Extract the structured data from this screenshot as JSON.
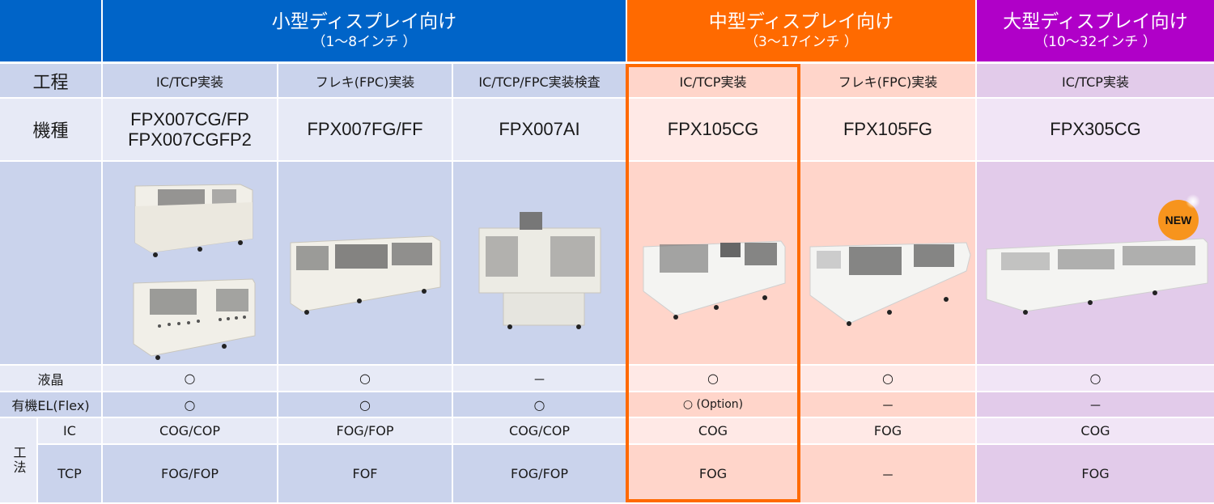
{
  "header": {
    "groups": [
      {
        "title": "小型ディスプレイ向け",
        "subtitle": "（1～8インチ ）",
        "color": "#0064c8"
      },
      {
        "title": "中型ディスプレイ向け",
        "subtitle": "（3～17インチ ）",
        "color": "#ff6a00"
      },
      {
        "title": "大型ディスプレイ向け",
        "subtitle": "（10～32インチ ）",
        "color": "#b000c8"
      }
    ]
  },
  "row_labels": {
    "process": "工程",
    "model": "機種",
    "lcd": "液晶",
    "oled": "有機EL(Flex)",
    "method": "工法",
    "ic": "IC",
    "tcp": "TCP"
  },
  "columns": [
    {
      "process": "IC/TCP実装",
      "model": "FPX007CG/FP\nFPX007CGFP2",
      "model_line1": "FPX007CG/FP",
      "model_line2": "FPX007CGFP2",
      "lcd": "○",
      "oled": "○",
      "ic": "COG/COP",
      "tcp": "FOG/FOP",
      "image": "machine-photo-two-units"
    },
    {
      "process": "フレキ(FPC)実装",
      "model": "FPX007FG/FF",
      "lcd": "○",
      "oled": "○",
      "ic": "FOG/FOP",
      "tcp": "FOF",
      "image": "machine-photo"
    },
    {
      "process": "IC/TCP/FPC実装検査",
      "model": "FPX007AI",
      "lcd": "－",
      "oled": "○",
      "ic": "COG/COP",
      "tcp": "FOG/FOP",
      "image": "machine-photo"
    },
    {
      "process": "IC/TCP実装",
      "model": "FPX105CG",
      "lcd": "○",
      "oled": "○ (Option)",
      "ic": "COG",
      "tcp": "FOG",
      "image": "machine-photo",
      "highlighted": true
    },
    {
      "process": "フレキ(FPC)実装",
      "model": "FPX105FG",
      "lcd": "○",
      "oled": "－",
      "ic": "FOG",
      "tcp": "－",
      "image": "machine-photo"
    },
    {
      "process": "IC/TCP実装",
      "model": "FPX305CG",
      "lcd": "○",
      "oled": "－",
      "ic": "COG",
      "tcp": "FOG",
      "image": "machine-photo",
      "badge": "NEW"
    }
  ],
  "colors": {
    "blue_dark": "#cad3ec",
    "blue_light": "#e7eaf6",
    "orange_dark": "#ffd5ca",
    "orange_light": "#ffe9e6",
    "purple_dark": "#e2cbea",
    "purple_light": "#f1e5f6",
    "highlight_outline": "#ff6a00",
    "badge": "#f7941d"
  }
}
